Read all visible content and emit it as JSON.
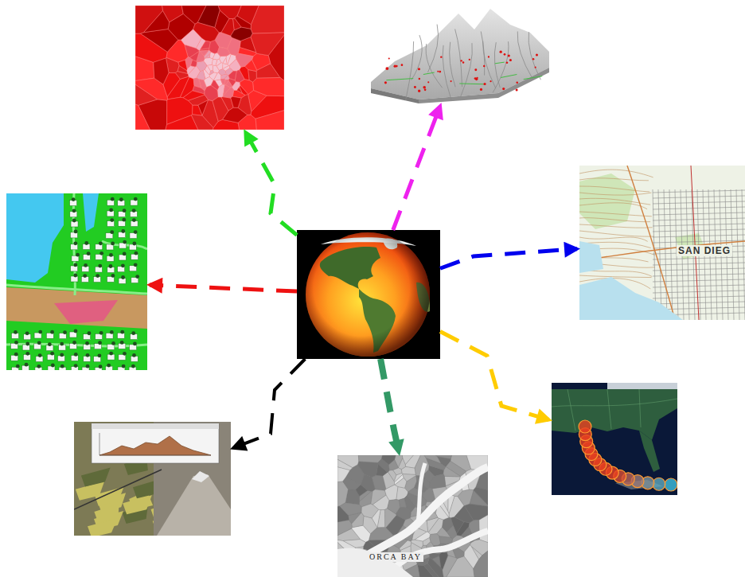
{
  "diagram": {
    "nodes": [
      {
        "text": []
      },
      {
        "text": []
      },
      {
        "text": []
      },
      {
        "text": []
      },
      {
        "text": [
          "SAN DIEG"
        ]
      },
      {
        "text": []
      },
      {
        "text": [
          "ORCA BAY"
        ]
      },
      {
        "text": []
      }
    ],
    "edges": [
      {
        "from": 0,
        "to": 1,
        "arrow": "to"
      },
      {
        "from": 0,
        "to": 2,
        "arrow": "to"
      },
      {
        "from": 0,
        "to": 3,
        "arrow": "to"
      },
      {
        "from": 0,
        "to": 4,
        "arrow": "to"
      },
      {
        "from": 0,
        "to": 5,
        "arrow": "to"
      },
      {
        "from": 0,
        "to": 6,
        "arrow": "to"
      },
      {
        "from": 0,
        "to": 7,
        "arrow": "to"
      }
    ]
  }
}
